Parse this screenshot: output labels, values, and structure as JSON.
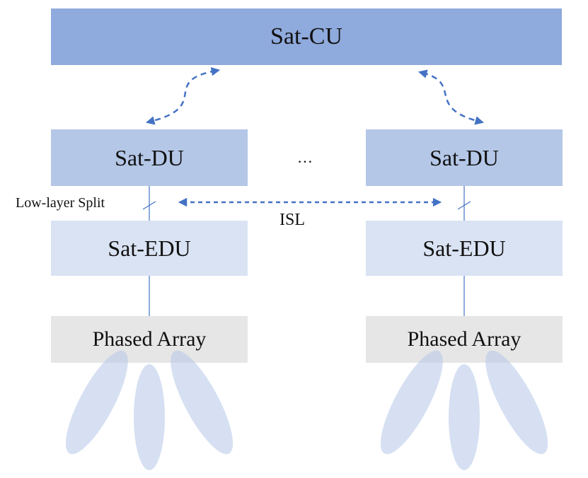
{
  "cu": {
    "label": "Sat-CU"
  },
  "du": {
    "left_label": "Sat-DU",
    "right_label": "Sat-DU"
  },
  "edu": {
    "left_label": "Sat-EDU",
    "right_label": "Sat-EDU"
  },
  "phased_array": {
    "left_label": "Phased Array",
    "right_label": "Phased Array"
  },
  "ellipsis": "…",
  "split_label": "Low-layer Split",
  "isl_label": "ISL",
  "colors": {
    "cu": "#8faadc",
    "du": "#b4c7e7",
    "edu": "#dae3f3",
    "phased_array": "#e7e6e6",
    "arrow": "#4472c4",
    "beam": "#b4c7e7"
  }
}
